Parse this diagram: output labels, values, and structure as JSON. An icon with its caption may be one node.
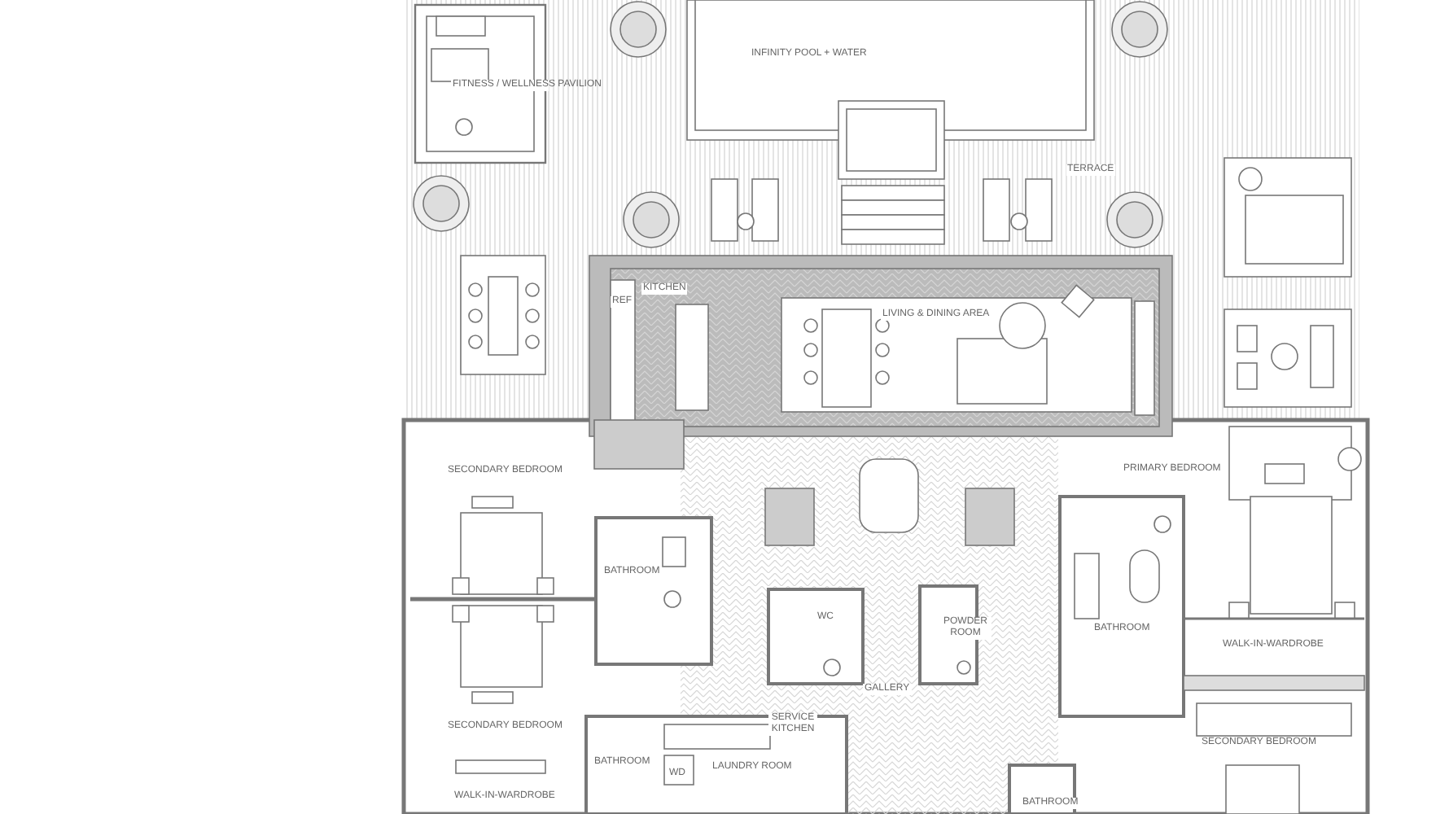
{
  "diagram": {
    "labels": [
      "FITNESS / WELLNESS PAVILION",
      "INFINITY POOL + WATER",
      "TERRACE",
      "REF",
      "KITCHEN",
      "LIVING & DINING AREA",
      "SECONDARY BEDROOM",
      "PRIMARY BEDROOM",
      "BATHROOM",
      "WC",
      "POWDER ROOM",
      "BATHROOM",
      "GALLERY",
      "WALK-IN-WARDROBE",
      "SECONDARY BEDROOM",
      "SERVICE KITCHEN",
      "SECONDARY BEDROOM",
      "BATHROOM",
      "WD",
      "LAUNDRY ROOM",
      "WALK-IN-WARDROBE",
      "BATHROOM"
    ]
  }
}
